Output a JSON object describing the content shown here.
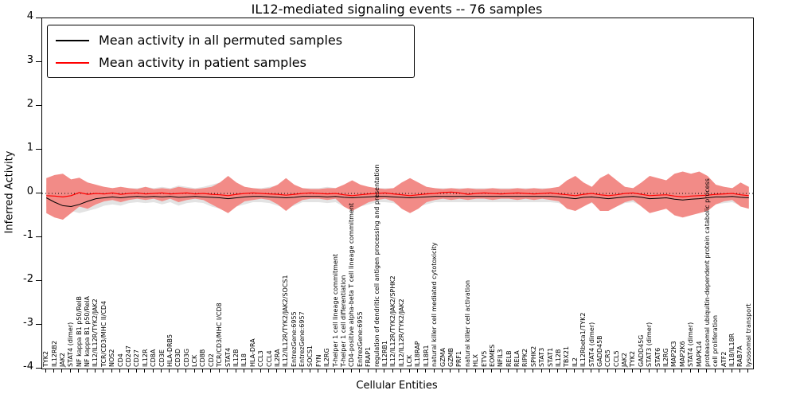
{
  "title": "IL12-mediated signaling events -- 76 samples",
  "xlabel": "Cellular Entities",
  "ylabel": "Inferred Activity",
  "y_ticks": [
    "4",
    "3",
    "2",
    "1",
    "0",
    "-1",
    "-2",
    "-3",
    "-4"
  ],
  "legend": [
    {
      "label": "Mean activity in all permuted samples",
      "color": "#000000"
    },
    {
      "label": "Mean activity in patient samples",
      "color": "#ff0000"
    }
  ],
  "colors": {
    "background": "#ffffff",
    "axis": "#000000",
    "permuted_band": "#e3e3e3",
    "patient_band": "#f28b87"
  },
  "chart_data": {
    "type": "line",
    "title": "IL12-mediated signaling events -- 76 samples",
    "xlabel": "Cellular Entities",
    "ylabel": "Inferred Activity",
    "ylim": [
      -4,
      4
    ],
    "grid": false,
    "legend_position": "upper left",
    "reference_line": 0,
    "entities": [
      "TYK2",
      "IL12RB2",
      "JAK2",
      "STAT4 (dimer)",
      "NF kappa B1 p50/RelB",
      "NF kappa B1 p50/RelA",
      "IL12/IL12R/TYK2/JAK2",
      "TCR/CD3/MHC II/CD4",
      "NOS2",
      "CD4",
      "CD247",
      "CD27",
      "IL12R",
      "CD8A",
      "CD3E",
      "HLA-DRB5",
      "CD3D",
      "CD3G",
      "LCK",
      "CD8B",
      "CD2",
      "TCR/CD3/MHC I/CD8",
      "STAT4",
      "IL12B",
      "IL18",
      "HLA-DRA",
      "CCL3",
      "CCL4",
      "IL2RA",
      "IL12/IL12R/TYK2/JAK2/SOCS1",
      "EntrezGene:6955",
      "EntrezGene:6957",
      "SOCS1",
      "FYN",
      "IL2RG",
      "T-helper 1 cell lineage commitment",
      "T-helper 1 cell differentiation",
      "CD4-positive alpha-beta T cell lineage commitment",
      "EntrezGene:6955",
      "FRAP1",
      "regulation of dendritic cell antigen processing and presentation",
      "IL12RB1",
      "IL12/IL12R/TYK2/JAK2/SPHK2",
      "IL12/IL12R/TYK2/JAK2",
      "LCK",
      "IL18RAP",
      "IL18R1",
      "natural killer cell mediated cytotoxicity",
      "GZMA",
      "GZMB",
      "PRF1",
      "natural killer cell activation",
      "HLX",
      "ETV5",
      "EOMES",
      "NFIL3",
      "RELB",
      "RELA",
      "RIPK2",
      "SPHK2",
      "STAT3",
      "STAT1",
      "IL12B",
      "TBX21",
      "IL2",
      "IL12Rbeta1/TYK2",
      "STAT4 (dimer)",
      "GADD45B",
      "CCR5",
      "CCL5",
      "JAK2",
      "TYK2",
      "GADD45G",
      "STAT3 (dimer)",
      "STAT6",
      "IL2RG",
      "MAP2K3",
      "MAP2K6",
      "STAT4 (dimer)",
      "MAPK14",
      "proteasomal ubiquitin-dependent protein catabolic process",
      "cell proliferation",
      "ATF2",
      "IL18/IL18R",
      "RAB7A",
      "lysosomal transport"
    ],
    "series": [
      {
        "name": "Mean activity in all permuted samples",
        "color": "#000000",
        "values": [
          -0.1,
          -0.2,
          -0.28,
          -0.3,
          -0.25,
          -0.18,
          -0.12,
          -0.1,
          -0.08,
          -0.1,
          -0.08,
          -0.07,
          -0.08,
          -0.07,
          -0.08,
          -0.07,
          -0.09,
          -0.08,
          -0.07,
          -0.08,
          -0.09,
          -0.1,
          -0.12,
          -0.1,
          -0.08,
          -0.07,
          -0.07,
          -0.08,
          -0.09,
          -0.1,
          -0.09,
          -0.07,
          -0.07,
          -0.07,
          -0.08,
          -0.07,
          -0.09,
          -0.1,
          -0.09,
          -0.08,
          -0.07,
          -0.07,
          -0.08,
          -0.09,
          -0.1,
          -0.09,
          -0.08,
          -0.07,
          -0.07,
          -0.07,
          -0.07,
          -0.07,
          -0.07,
          -0.07,
          -0.07,
          -0.07,
          -0.07,
          -0.07,
          -0.07,
          -0.07,
          -0.07,
          -0.07,
          -0.08,
          -0.1,
          -0.12,
          -0.09,
          -0.08,
          -0.1,
          -0.12,
          -0.1,
          -0.08,
          -0.07,
          -0.09,
          -0.12,
          -0.11,
          -0.1,
          -0.13,
          -0.15,
          -0.13,
          -0.12,
          -0.1,
          -0.08,
          -0.08,
          -0.07,
          -0.09,
          -0.1
        ]
      },
      {
        "name": "Mean activity in patient samples",
        "color": "#ff0000",
        "values": [
          -0.05,
          -0.06,
          -0.08,
          -0.05,
          0.02,
          -0.02,
          0,
          -0.01,
          0.01,
          -0.02,
          0,
          0.01,
          -0.01,
          0,
          0.01,
          -0.01,
          0,
          0.01,
          -0.01,
          0,
          -0.02,
          -0.03,
          -0.05,
          -0.02,
          0,
          0.01,
          0,
          -0.01,
          -0.02,
          -0.04,
          -0.02,
          0,
          0.01,
          0,
          -0.01,
          0,
          -0.03,
          -0.05,
          -0.03,
          -0.01,
          0,
          0.01,
          -0.01,
          -0.03,
          -0.05,
          -0.03,
          -0.01,
          0,
          0.02,
          0.03,
          0.01,
          -0.02,
          0,
          0.01,
          0,
          -0.01,
          0,
          0.01,
          0,
          -0.01,
          0,
          0.01,
          -0.01,
          -0.03,
          -0.05,
          -0.02,
          0,
          -0.03,
          -0.05,
          -0.03,
          0,
          0.01,
          -0.02,
          -0.05,
          -0.04,
          -0.03,
          -0.06,
          -0.08,
          -0.06,
          -0.05,
          -0.04,
          -0.02,
          -0.01,
          0,
          -0.03,
          -0.05
        ]
      }
    ],
    "bands": [
      {
        "name": "permuted-range",
        "color": "#e3e3e3",
        "upper": [
          0.2,
          0.25,
          0.28,
          0.22,
          0.2,
          0.18,
          0.15,
          0.15,
          0.12,
          0.15,
          0.12,
          0.12,
          0.15,
          0.12,
          0.15,
          0.12,
          0.18,
          0.15,
          0.12,
          0.15,
          0.2,
          0.25,
          0.3,
          0.22,
          0.15,
          0.12,
          0.12,
          0.15,
          0.18,
          0.25,
          0.18,
          0.12,
          0.12,
          0.12,
          0.15,
          0.12,
          0.18,
          0.25,
          0.18,
          0.15,
          0.12,
          0.12,
          0.12,
          0.2,
          0.25,
          0.2,
          0.15,
          0.12,
          0.12,
          0.12,
          0.12,
          0.12,
          0.12,
          0.12,
          0.12,
          0.12,
          0.12,
          0.12,
          0.12,
          0.12,
          0.12,
          0.12,
          0.15,
          0.22,
          0.28,
          0.2,
          0.15,
          0.25,
          0.3,
          0.22,
          0.15,
          0.12,
          0.2,
          0.28,
          0.25,
          0.22,
          0.3,
          0.32,
          0.3,
          0.32,
          0.28,
          0.18,
          0.15,
          0.12,
          0.2,
          0.15
        ],
        "lower": [
          -0.3,
          -0.4,
          -0.45,
          -0.4,
          -0.45,
          -0.4,
          -0.35,
          -0.28,
          -0.25,
          -0.28,
          -0.22,
          -0.2,
          -0.22,
          -0.2,
          -0.25,
          -0.2,
          -0.28,
          -0.22,
          -0.2,
          -0.22,
          -0.3,
          -0.35,
          -0.4,
          -0.3,
          -0.25,
          -0.2,
          -0.2,
          -0.22,
          -0.28,
          -0.35,
          -0.28,
          -0.2,
          -0.2,
          -0.2,
          -0.22,
          -0.2,
          -0.3,
          -0.38,
          -0.3,
          -0.25,
          -0.2,
          -0.2,
          -0.22,
          -0.3,
          -0.35,
          -0.3,
          -0.25,
          -0.2,
          -0.2,
          -0.2,
          -0.2,
          -0.2,
          -0.2,
          -0.2,
          -0.2,
          -0.2,
          -0.2,
          -0.2,
          -0.2,
          -0.2,
          -0.2,
          -0.2,
          -0.22,
          -0.3,
          -0.35,
          -0.28,
          -0.22,
          -0.32,
          -0.35,
          -0.3,
          -0.22,
          -0.2,
          -0.28,
          -0.38,
          -0.35,
          -0.3,
          -0.4,
          -0.42,
          -0.4,
          -0.38,
          -0.35,
          -0.25,
          -0.22,
          -0.2,
          -0.28,
          -0.3
        ]
      },
      {
        "name": "patient-range",
        "color": "#f28b87",
        "upper": [
          0.35,
          0.42,
          0.45,
          0.32,
          0.36,
          0.25,
          0.2,
          0.15,
          0.12,
          0.15,
          0.12,
          0.1,
          0.15,
          0.1,
          0.12,
          0.1,
          0.15,
          0.12,
          0.1,
          0.12,
          0.15,
          0.25,
          0.4,
          0.25,
          0.15,
          0.12,
          0.1,
          0.12,
          0.2,
          0.35,
          0.2,
          0.12,
          0.1,
          0.1,
          0.12,
          0.12,
          0.2,
          0.3,
          0.2,
          0.15,
          0.12,
          0.1,
          0.12,
          0.25,
          0.35,
          0.25,
          0.15,
          0.12,
          0.1,
          0.12,
          0.1,
          0.12,
          0.1,
          0.1,
          0.12,
          0.1,
          0.1,
          0.12,
          0.1,
          0.12,
          0.1,
          0.12,
          0.15,
          0.3,
          0.4,
          0.25,
          0.15,
          0.35,
          0.45,
          0.3,
          0.15,
          0.12,
          0.25,
          0.4,
          0.35,
          0.3,
          0.45,
          0.5,
          0.45,
          0.5,
          0.4,
          0.2,
          0.15,
          0.12,
          0.25,
          0.15
        ],
        "lower": [
          -0.45,
          -0.55,
          -0.6,
          -0.45,
          -0.3,
          -0.35,
          -0.25,
          -0.18,
          -0.15,
          -0.2,
          -0.15,
          -0.12,
          -0.15,
          -0.12,
          -0.18,
          -0.12,
          -0.2,
          -0.15,
          -0.12,
          -0.15,
          -0.25,
          -0.35,
          -0.45,
          -0.3,
          -0.18,
          -0.15,
          -0.12,
          -0.15,
          -0.25,
          -0.4,
          -0.25,
          -0.15,
          -0.12,
          -0.12,
          -0.15,
          -0.12,
          -0.3,
          -0.4,
          -0.3,
          -0.2,
          -0.15,
          -0.12,
          -0.18,
          -0.35,
          -0.45,
          -0.35,
          -0.2,
          -0.15,
          -0.12,
          -0.15,
          -0.12,
          -0.15,
          -0.12,
          -0.12,
          -0.15,
          -0.12,
          -0.12,
          -0.15,
          -0.12,
          -0.15,
          -0.12,
          -0.15,
          -0.18,
          -0.35,
          -0.4,
          -0.3,
          -0.2,
          -0.4,
          -0.4,
          -0.3,
          -0.2,
          -0.15,
          -0.3,
          -0.45,
          -0.4,
          -0.35,
          -0.5,
          -0.55,
          -0.5,
          -0.45,
          -0.4,
          -0.25,
          -0.18,
          -0.15,
          -0.3,
          -0.35
        ]
      }
    ]
  }
}
